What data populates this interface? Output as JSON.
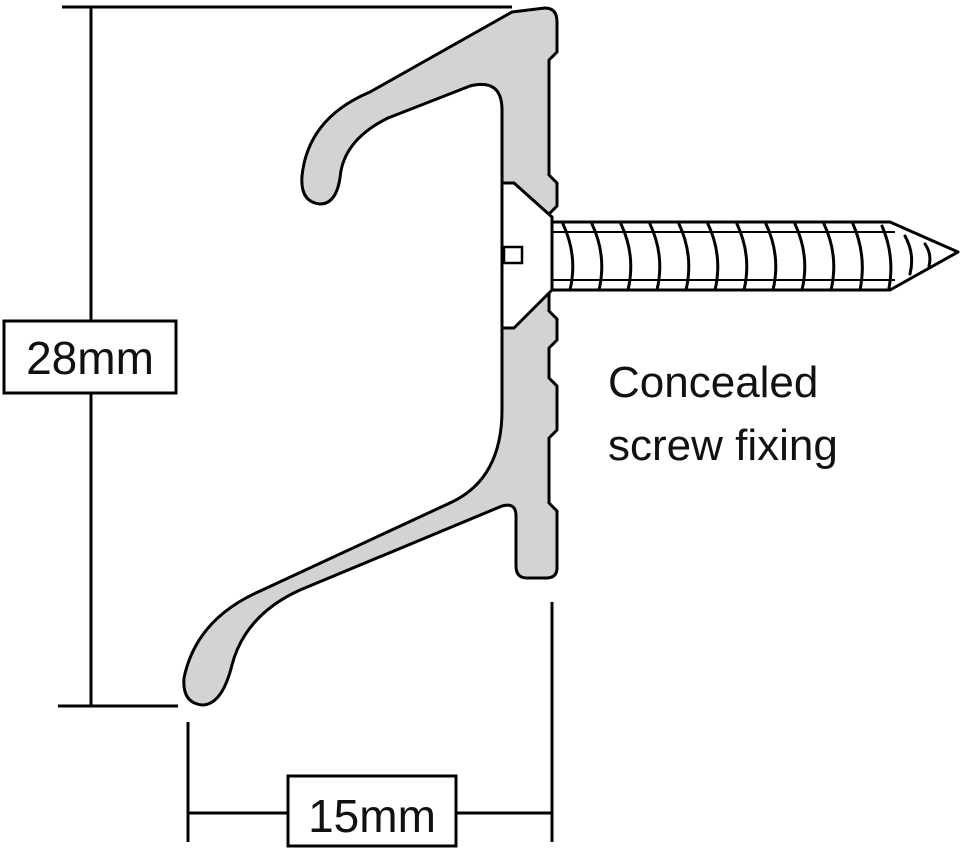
{
  "dimensions": {
    "height_label": "28mm",
    "width_label": "15mm"
  },
  "callout": {
    "line1": "Concealed",
    "line2": "screw fixing"
  },
  "colors": {
    "profile_fill": "#d3d3d3",
    "stroke": "#000000",
    "background": "#ffffff"
  }
}
